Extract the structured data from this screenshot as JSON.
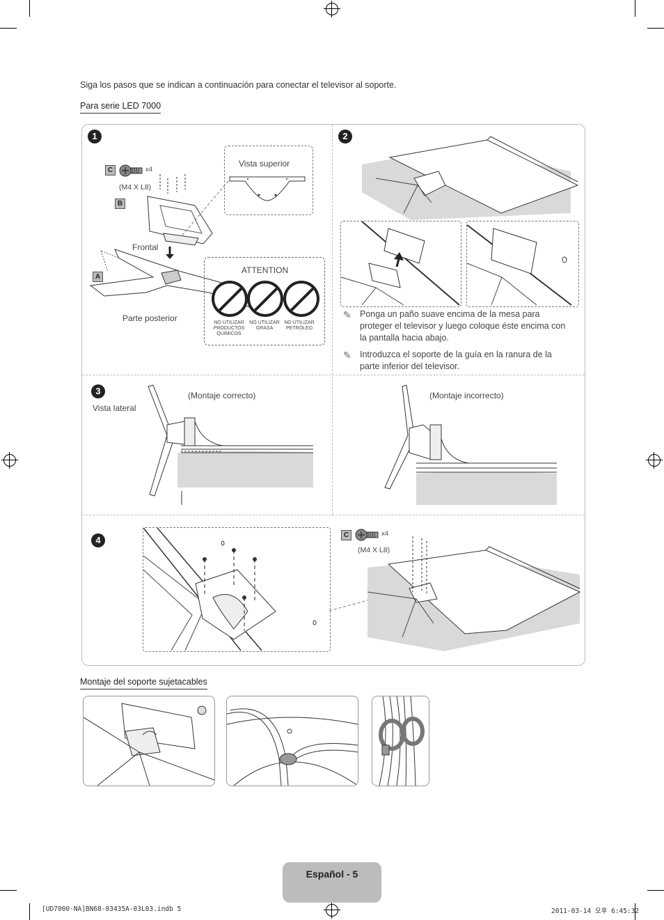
{
  "intro_text": "Siga los pasos que se indican a continuación para conectar el televisor al soporte.",
  "section1": {
    "heading": "Para serie LED 7000"
  },
  "steps": [
    {
      "number": "1"
    },
    {
      "number": "2"
    },
    {
      "number": "3"
    },
    {
      "number": "4"
    }
  ],
  "step1": {
    "screw_letter": "C",
    "screw_qty": "x4",
    "screw_spec": "(M4 X L8)",
    "part_b": "B",
    "part_a": "A",
    "label_top_view": "Vista superior",
    "label_front": "Frontal",
    "label_rear": "Parte posterior",
    "attention": {
      "title": "ATTENTION",
      "warnings": [
        {
          "icon": "chemicals-prohibited-icon",
          "text": "NO UTILIZAR PRODUCTOS QUÍMICOS"
        },
        {
          "icon": "grease-prohibited-icon",
          "text": "NO UTILIZAR GRASA"
        },
        {
          "icon": "oil-prohibited-icon",
          "text": "NO UTILIZAR PETRÓLEO"
        }
      ]
    }
  },
  "step2": {
    "notes": [
      "Ponga un paño suave encima de la mesa para proteger el televisor y luego coloque éste encima con la pantalla hacia abajo.",
      "Introduzca el soporte de la guía en la ranura de la parte inferior del televisor."
    ]
  },
  "step3": {
    "side_view": "Vista lateral",
    "correct": "(Montaje correcto)",
    "incorrect": "(Montaje incorrecto)"
  },
  "step4": {
    "screw_letter": "C",
    "screw_qty": "x4",
    "screw_spec": "(M4 X L8)"
  },
  "section2": {
    "heading": "Montaje del soporte sujetacables"
  },
  "page_label": "Español - 5",
  "footer": {
    "file": "[UD7000-NA]BN68-03435A-03L03.indb   5",
    "date": "2011-03-14   오후 6:45:32"
  },
  "colors": {
    "tab": "#bcbcbc",
    "shade": "#d9d9d9",
    "badge": "#222222"
  }
}
